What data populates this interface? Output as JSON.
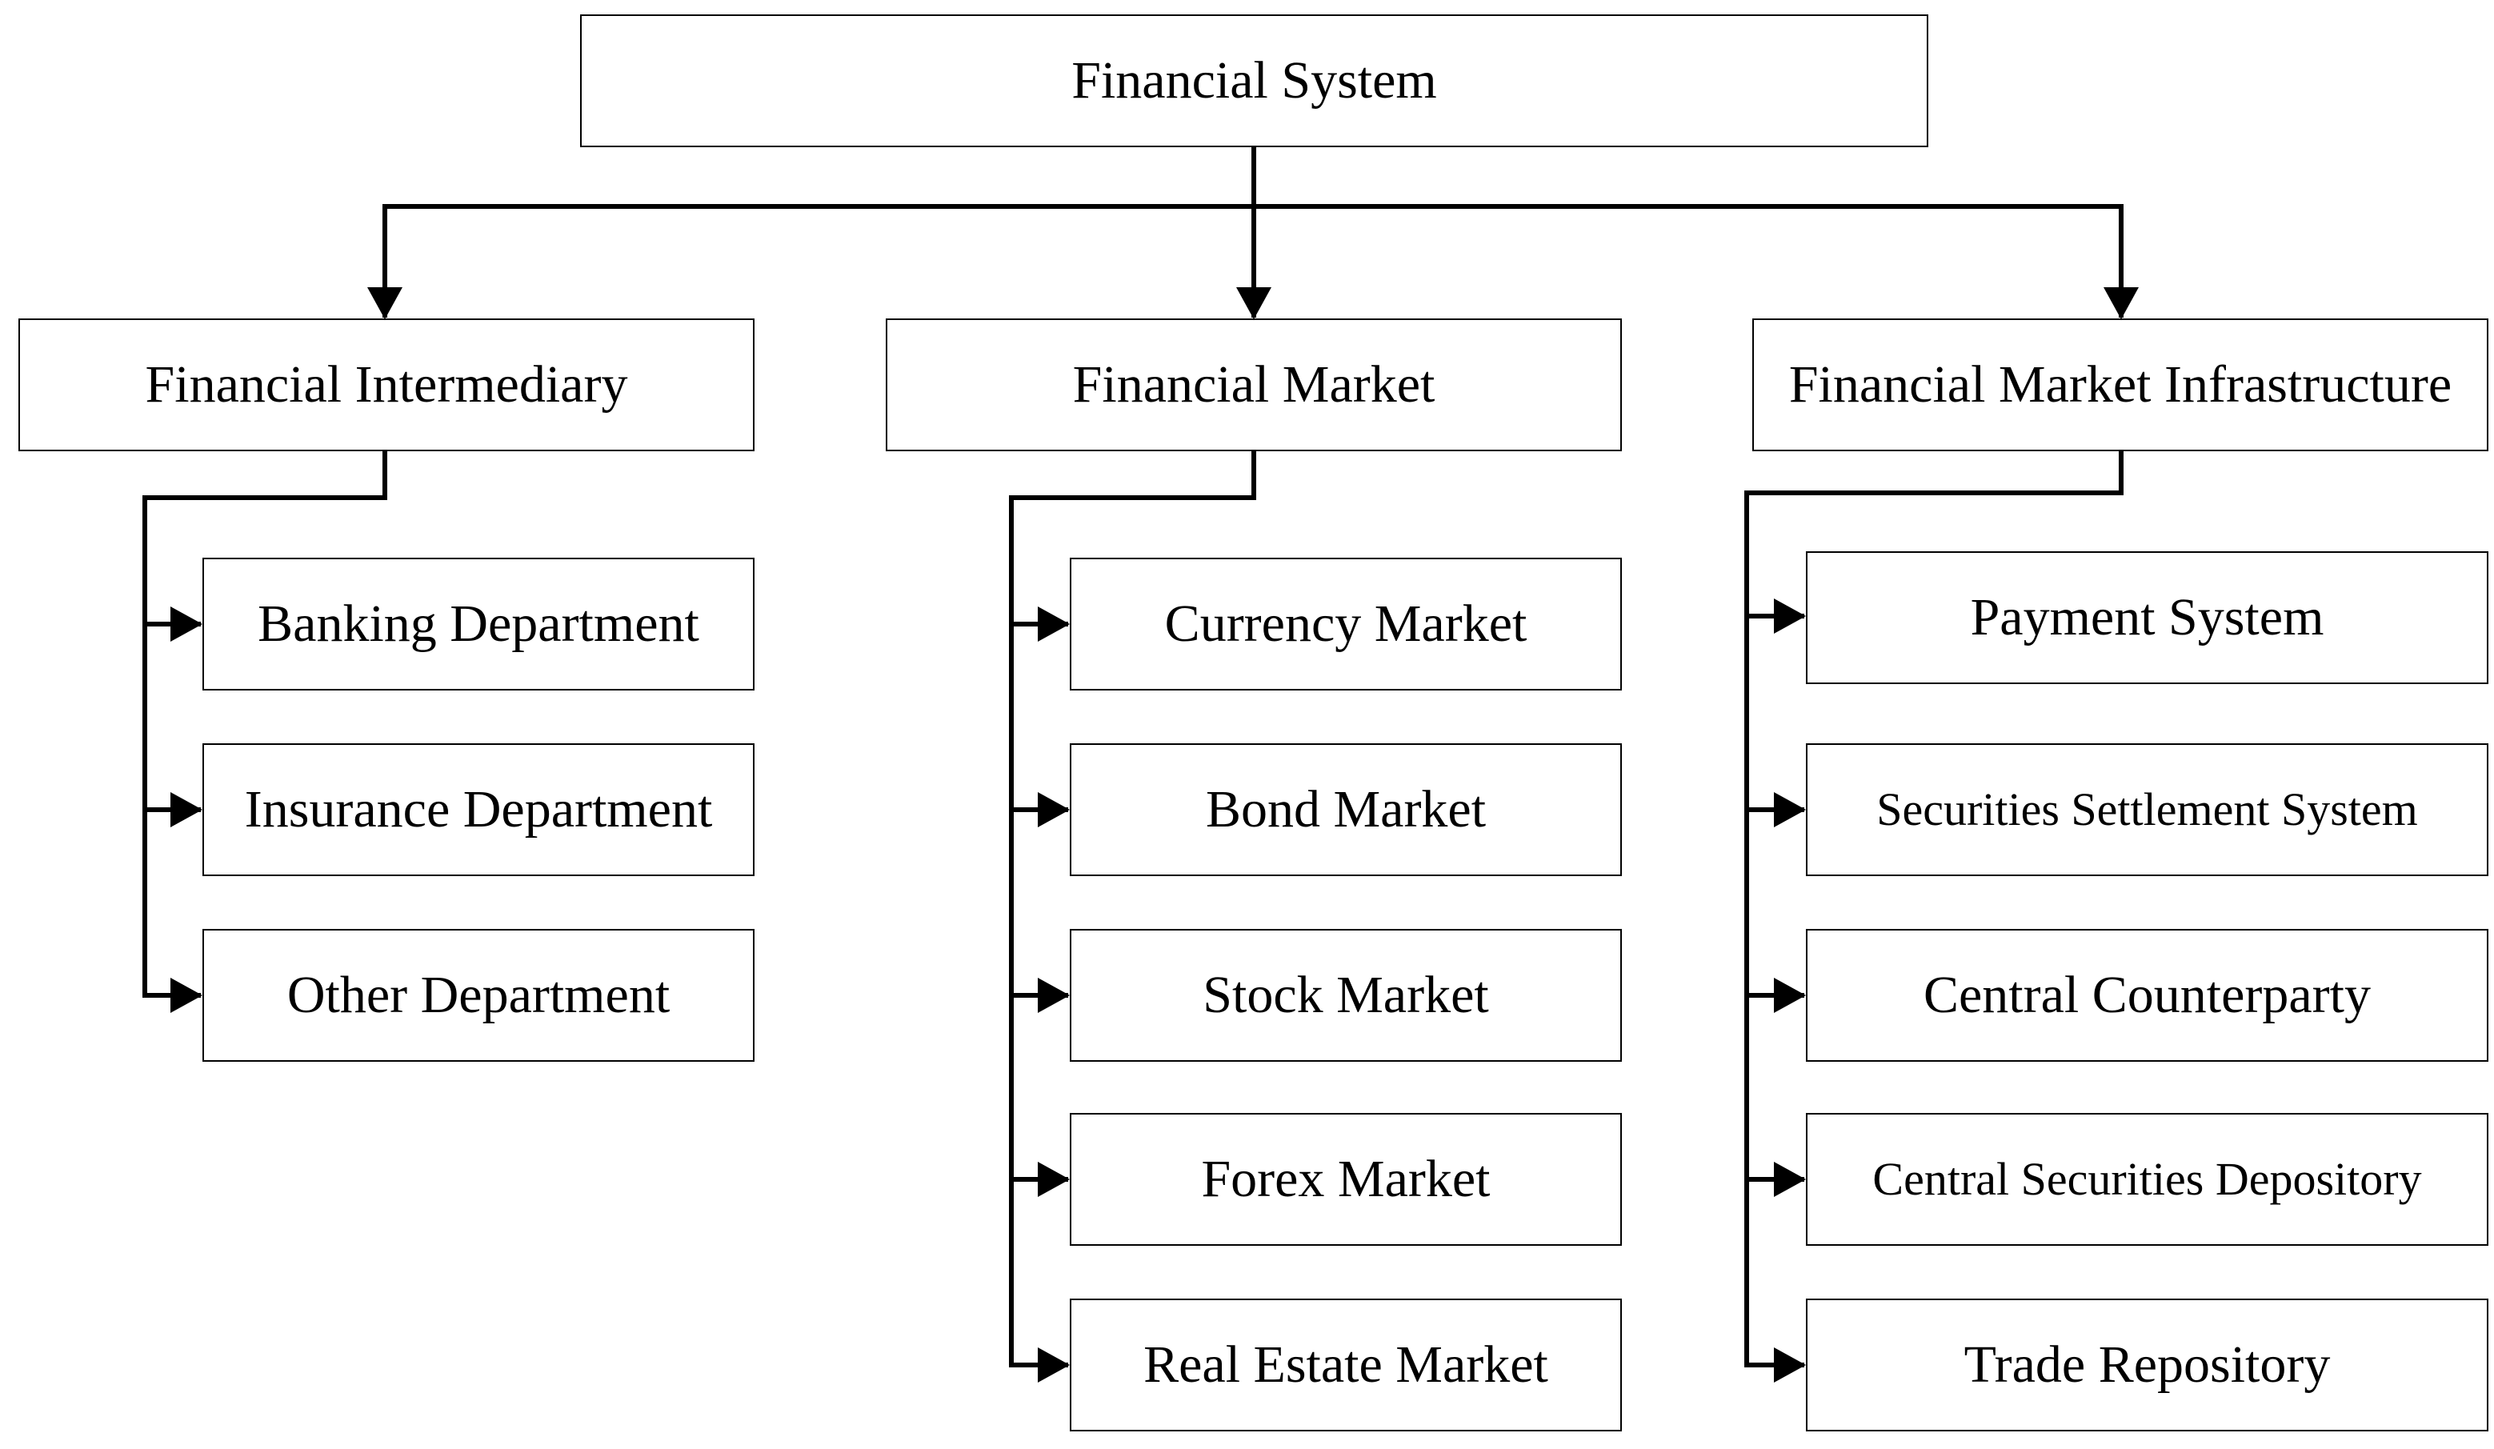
{
  "root": {
    "label": "Financial System"
  },
  "branches": [
    {
      "label": "Financial Intermediary",
      "children": [
        "Banking Department",
        "Insurance Department",
        "Other Department"
      ]
    },
    {
      "label": "Financial Market",
      "children": [
        "Currency Market",
        "Bond Market",
        "Stock Market",
        "Forex Market",
        "Real Estate Market"
      ]
    },
    {
      "label": "Financial Market Infrastructure",
      "children": [
        "Payment System",
        "Securities Settlement System",
        "Central Counterparty",
        "Central Securities Depository",
        "Trade Repository"
      ]
    }
  ],
  "colors": {
    "line": "#000000",
    "box_border": "#000000",
    "background": "#ffffff",
    "text": "#000000"
  }
}
